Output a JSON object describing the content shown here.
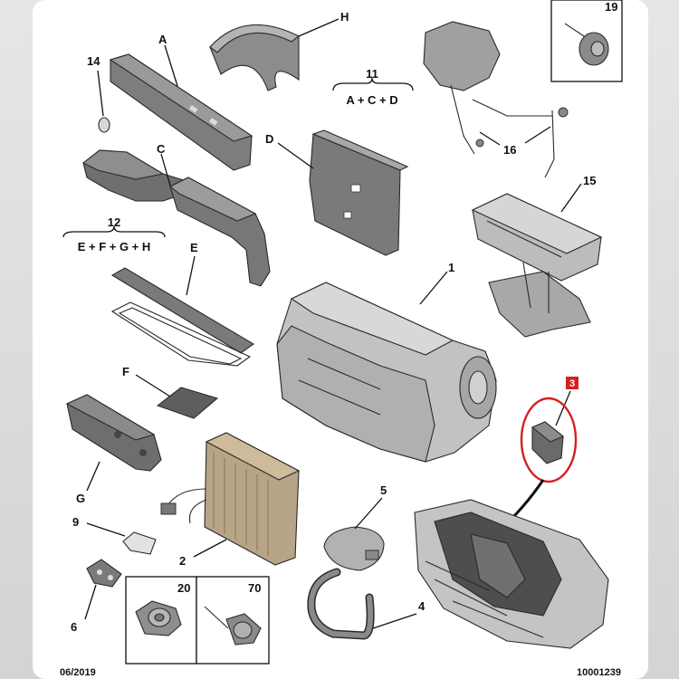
{
  "labels": {
    "a": "A",
    "b_h": "H",
    "c": "C",
    "d": "D",
    "e": "E",
    "f": "F",
    "g": "G",
    "n1": "1",
    "n2": "2",
    "n3": "3",
    "n4": "4",
    "n5": "5",
    "n6": "6",
    "n9": "9",
    "n11": "11",
    "n12": "12",
    "n14": "14",
    "n15": "15",
    "n16": "16",
    "n19": "19",
    "n20": "20",
    "n70": "70"
  },
  "group_11": {
    "number": "11",
    "formula": "A + C + D"
  },
  "group_12": {
    "number": "12",
    "formula": "E + F + G + H"
  },
  "footer": {
    "date": "06/2019",
    "reference": "10001239"
  },
  "colors": {
    "highlight": "#d42020",
    "part_fill": "#8a8a8a",
    "part_light": "#c8c8c8",
    "part_dark": "#5a5a5a"
  }
}
